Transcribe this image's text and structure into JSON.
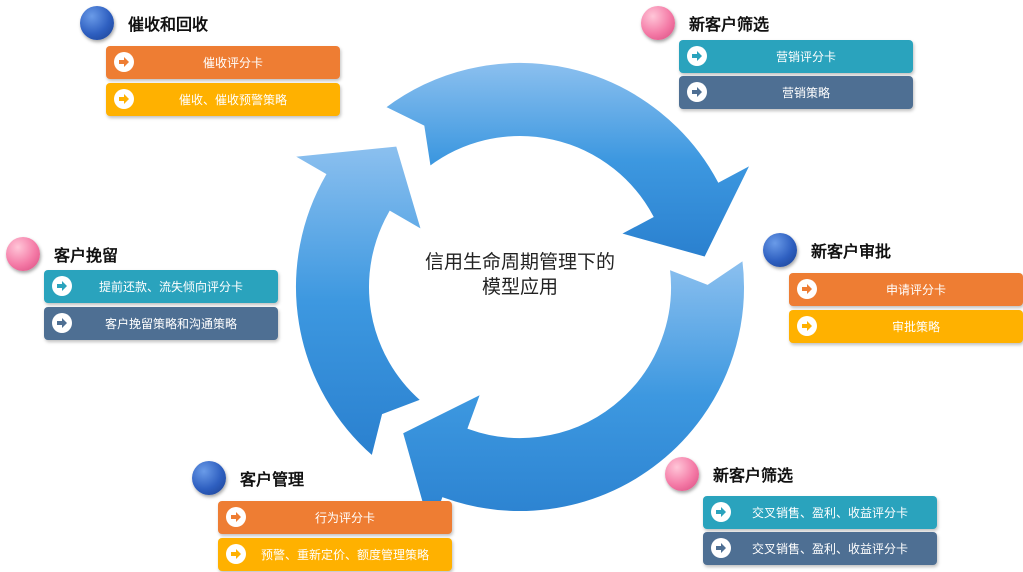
{
  "center": {
    "line1": "信用生命周期管理下的",
    "line2": "模型应用"
  },
  "colors": {
    "orange": "#ee7d33",
    "yellow": "#ffb100",
    "teal": "#2aa3bd",
    "slate": "#4e6f93",
    "ring_light": "#7fb8ec",
    "ring_dark": "#2f86d3"
  },
  "groups": {
    "collection": {
      "title": "催收和回收",
      "items": [
        {
          "label": "催收评分卡"
        },
        {
          "label": "催收、催收预警策略"
        }
      ]
    },
    "acquisition": {
      "title": "新客户筛选",
      "items": [
        {
          "label": "营销评分卡"
        },
        {
          "label": "营销策略"
        }
      ]
    },
    "approval": {
      "title": "新客户审批",
      "items": [
        {
          "label": "申请评分卡"
        },
        {
          "label": "审批策略"
        }
      ]
    },
    "cross_sell": {
      "title": "新客户筛选",
      "items": [
        {
          "label": "交叉销售、盈利、收益评分卡"
        },
        {
          "label": "交叉销售、盈利、收益评分卡"
        }
      ]
    },
    "management": {
      "title": "客户管理",
      "items": [
        {
          "label": "行为评分卡"
        },
        {
          "label": "预警、重新定价、额度管理策略"
        }
      ]
    },
    "retention": {
      "title": "客户挽留",
      "items": [
        {
          "label": "提前还款、流失倾向评分卡"
        },
        {
          "label": "客户挽留策略和沟通策略"
        }
      ]
    }
  }
}
